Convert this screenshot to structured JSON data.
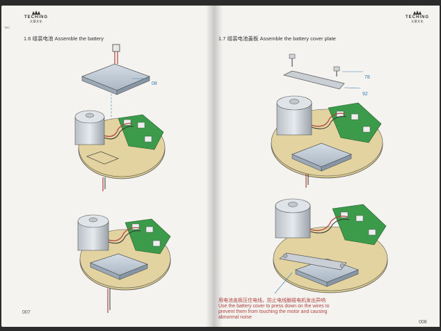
{
  "brand": {
    "name": "TECHING",
    "sub": "太基文化",
    "left_edge_mark": "TEC"
  },
  "left_page": {
    "section": "1.6 组装电池 Assemble the battery",
    "callout": "08",
    "page_number": "007"
  },
  "right_page": {
    "section": "1.7 组装电池盖板 Assemble the battery cover plate",
    "callouts": [
      "78",
      "92"
    ],
    "caption_cn": "用电池盖板压住电线，防止电线触碰电机发出异响",
    "caption_en_1": "Use the battery cover to press down on the wires to",
    "caption_en_2": "prevent them from touching the motor and causing",
    "caption_en_3": "abnormal noise",
    "page_number": "008"
  }
}
